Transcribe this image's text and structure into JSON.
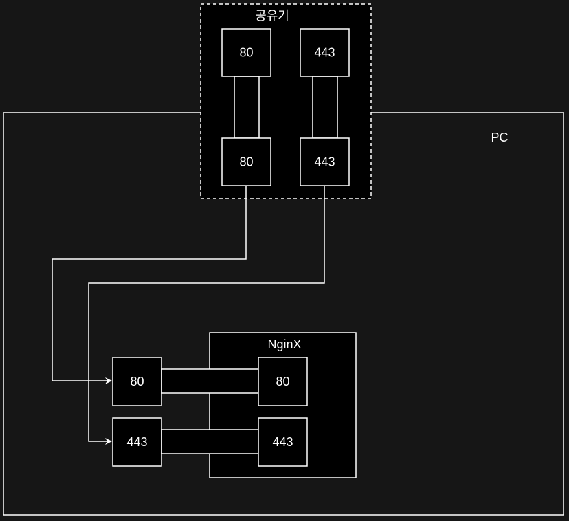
{
  "router": {
    "label": "공유기"
  },
  "pc": {
    "label": "PC"
  },
  "nginx": {
    "label": "NginX"
  },
  "ports": {
    "router_external_80": "80",
    "router_external_443": "443",
    "router_internal_80": "80",
    "router_internal_443": "443",
    "pc_80": "80",
    "pc_443": "443",
    "nginx_80": "80",
    "nginx_443": "443"
  },
  "colors": {
    "background": "#161616",
    "box_fill": "#000000",
    "stroke": "#ffffff",
    "text": "#ffffff"
  }
}
